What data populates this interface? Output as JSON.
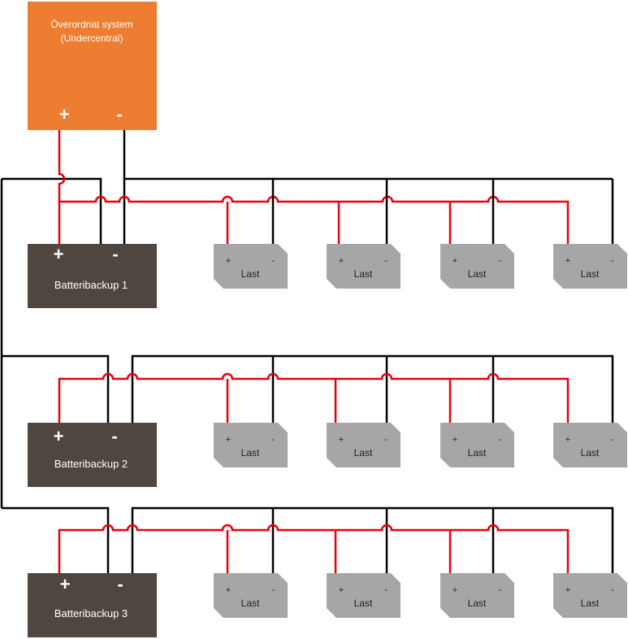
{
  "colors": {
    "system_fill": "#ed7d31",
    "battery_fill": "#504640",
    "load_fill": "#a6a6a6",
    "positive_wire": "#e8000b",
    "negative_wire": "#000000"
  },
  "system": {
    "title_line1": "Överordnat system",
    "title_line2": "(Undercentral)",
    "plus": "+",
    "minus": "-"
  },
  "batteries": [
    {
      "label": "Batteribackup 1",
      "plus": "+",
      "minus": "-"
    },
    {
      "label": "Batteribackup 2",
      "plus": "+",
      "minus": "-"
    },
    {
      "label": "Batteribackup 3",
      "plus": "+",
      "minus": "-"
    }
  ],
  "load": {
    "label": "Last",
    "plus": "+",
    "minus": "-"
  }
}
